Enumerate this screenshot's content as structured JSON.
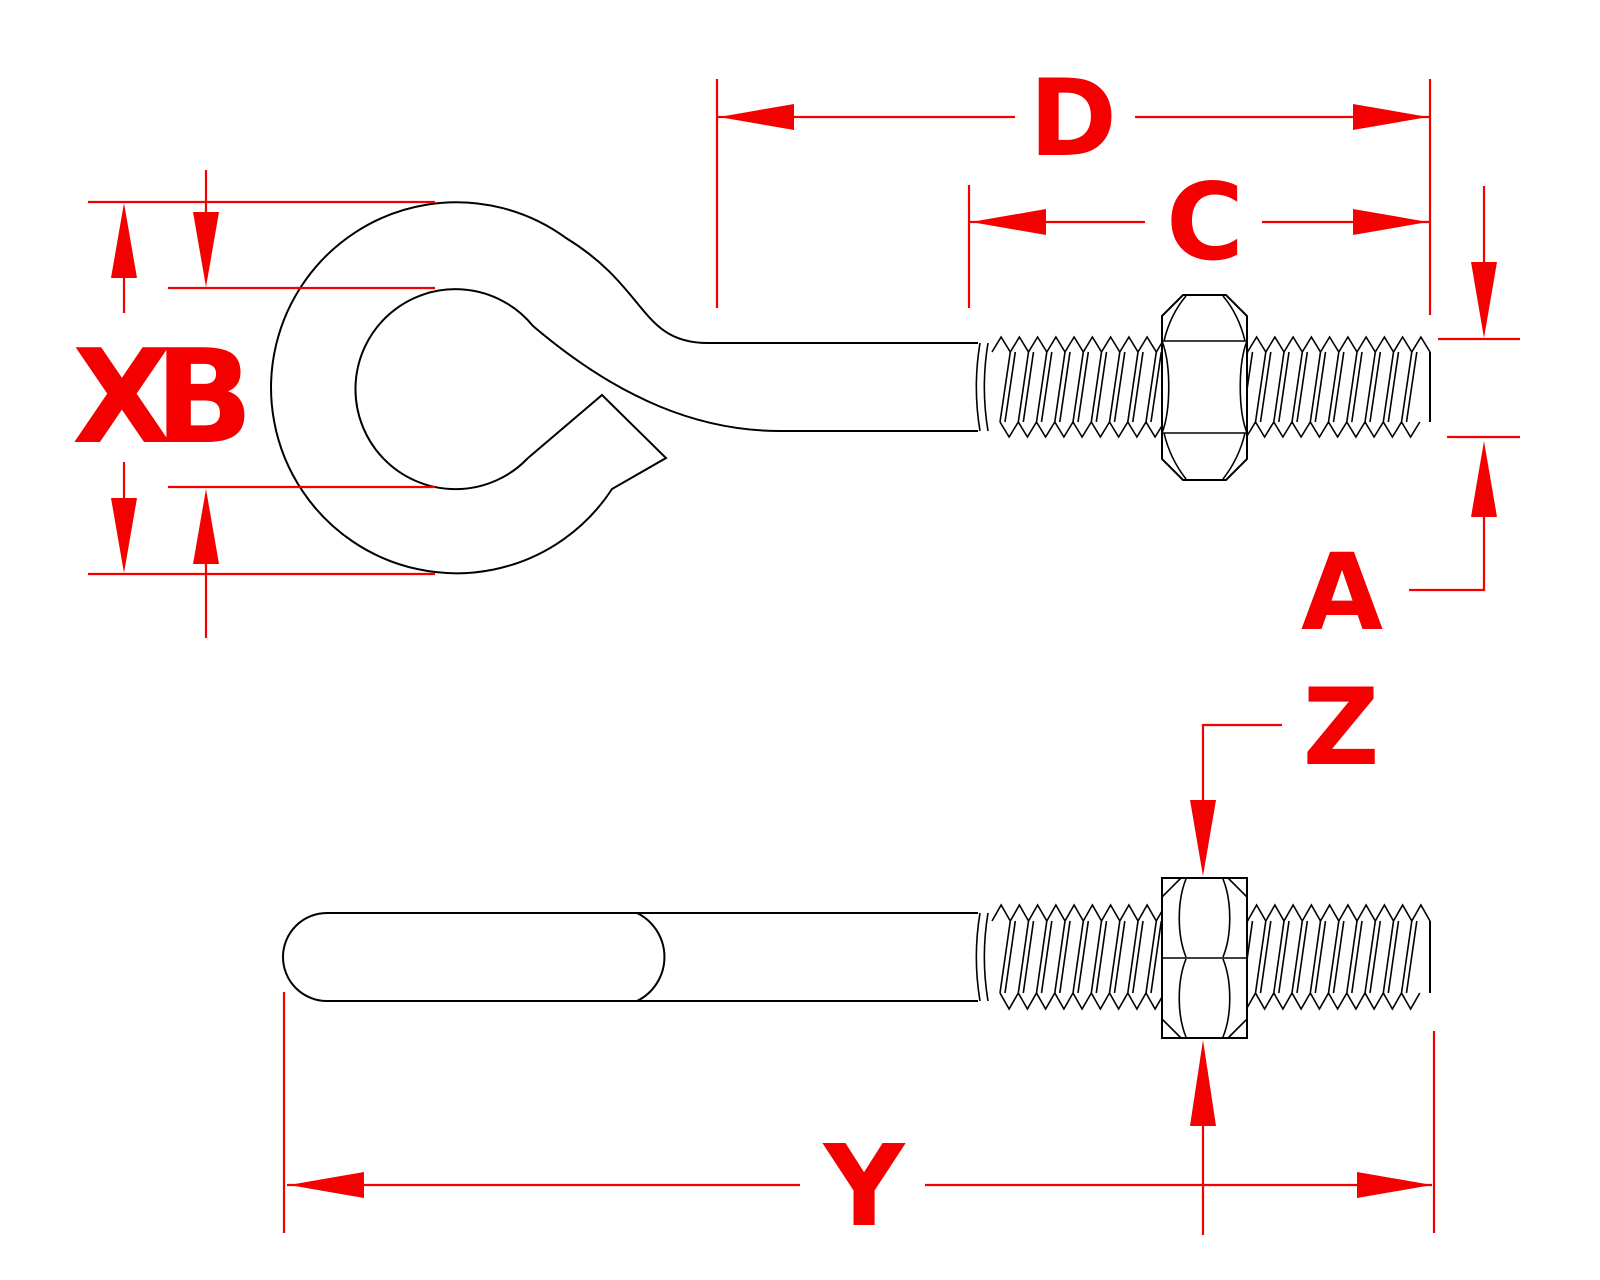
{
  "drawing": {
    "labels": {
      "D": "D",
      "C": "C",
      "X": "X",
      "B": "B",
      "A": "A",
      "Z": "Z",
      "Y": "Y"
    },
    "colors": {
      "dimension": "#f40000",
      "outline": "#000000",
      "background": "#ffffff"
    }
  }
}
